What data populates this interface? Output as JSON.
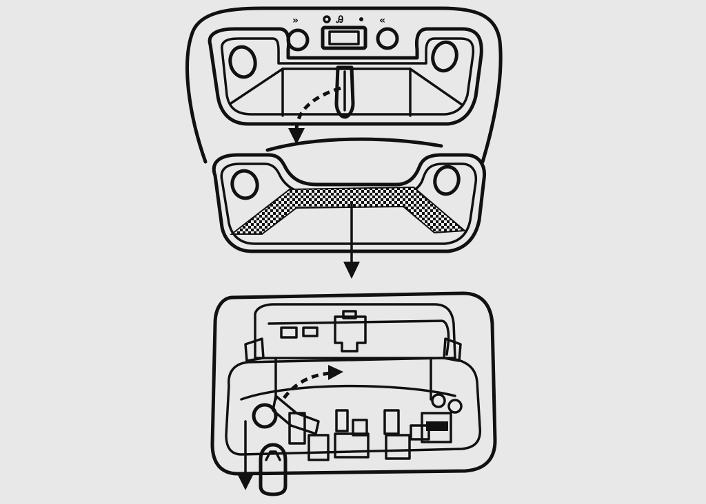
{
  "figure": {
    "background": "#e8e8e8",
    "ink": "#111111",
    "title": ""
  },
  "steps": [
    {
      "name": "console-installed"
    },
    {
      "name": "lens-removed"
    },
    {
      "name": "housing-bulbs-exposed"
    }
  ],
  "icons": [
    "map-light-icon",
    "switch-icon",
    "bulb-icon",
    "arrow-icon"
  ]
}
